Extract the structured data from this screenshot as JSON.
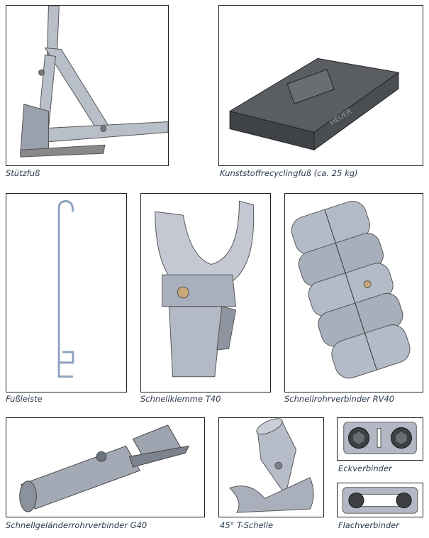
{
  "products": [
    {
      "caption": "Stützfuß"
    },
    {
      "caption": "Kunststoffrecyclingfuß (ca. 25 kg)"
    },
    {
      "caption": "Fußleiste"
    },
    {
      "caption": "Schnellklemme T40"
    },
    {
      "caption": "Schnellrohrverbinder RV40"
    },
    {
      "caption": "Schnellgeländerrohrverbinder G40"
    },
    {
      "caption": "45° T-Schelle"
    },
    {
      "caption": "Eckverbinder"
    },
    {
      "caption": "Flachverbinder"
    }
  ],
  "logo_text": "HEUER"
}
